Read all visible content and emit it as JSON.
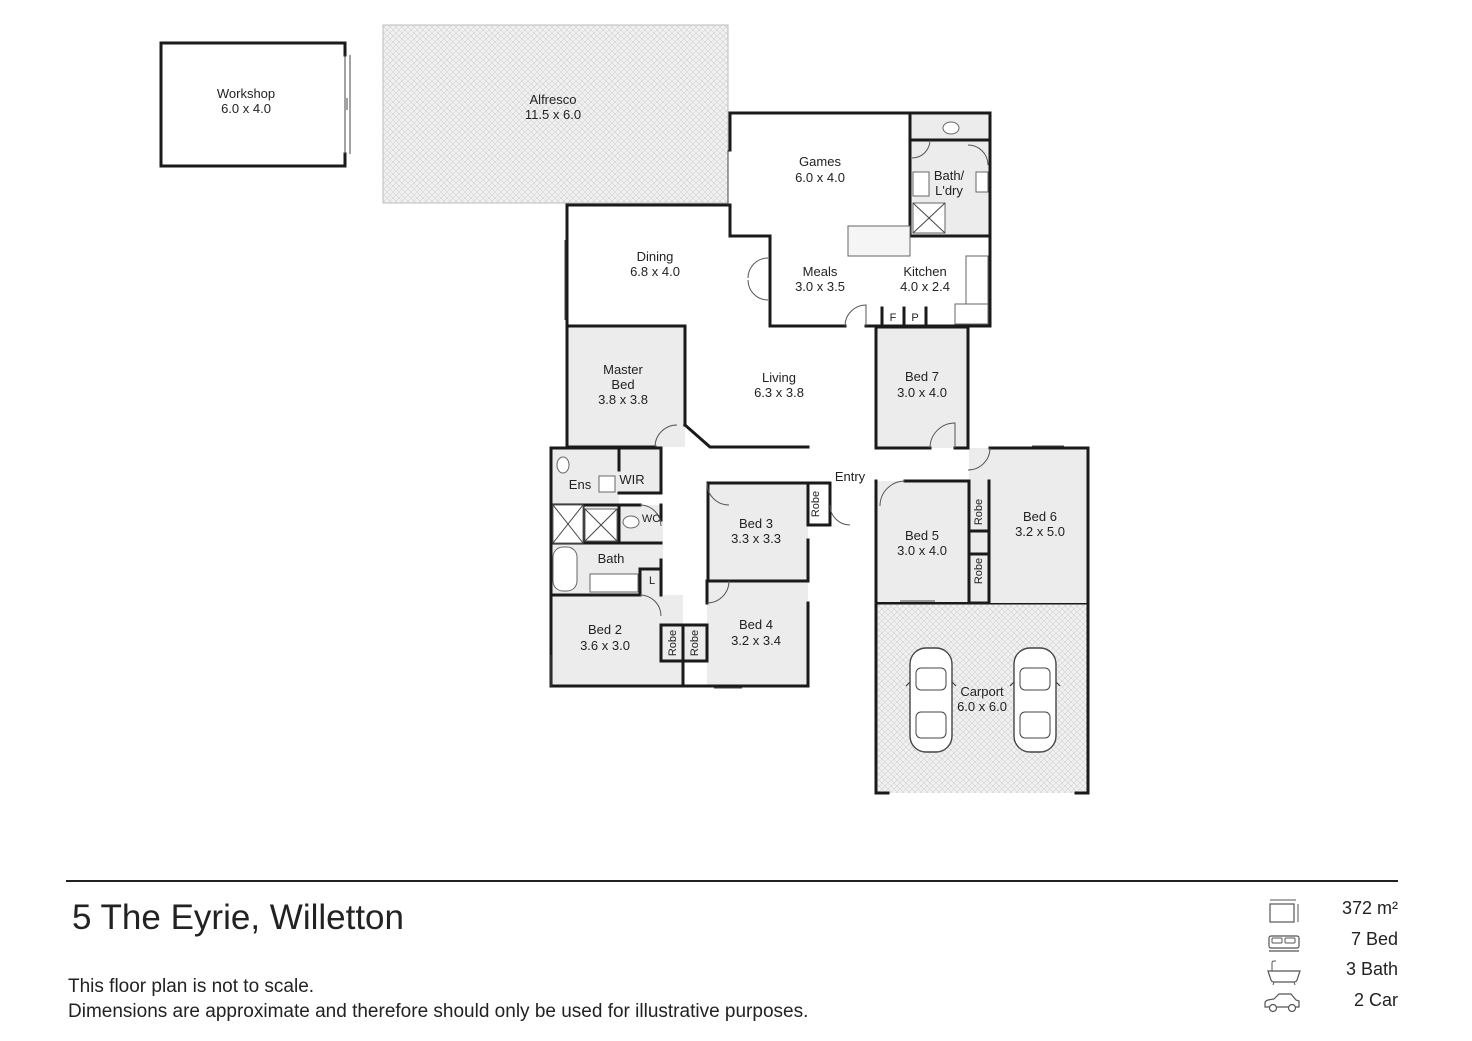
{
  "plan": {
    "rooms": {
      "workshop": {
        "name": "Workshop",
        "dims": "6.0 x 4.0"
      },
      "alfresco": {
        "name": "Alfresco",
        "dims": "11.5 x 6.0"
      },
      "games": {
        "name": "Games",
        "dims": "6.0 x 4.0"
      },
      "bath_laundry": {
        "name_1": "Bath/",
        "name_2": "L'dry"
      },
      "dining": {
        "name": "Dining",
        "dims": "6.8 x 4.0"
      },
      "meals": {
        "name": "Meals",
        "dims": "3.0 x 3.5"
      },
      "kitchen": {
        "name": "Kitchen",
        "dims": "4.0 x 2.4"
      },
      "fridge": {
        "name": "F"
      },
      "pantry": {
        "name": "P"
      },
      "master_bed": {
        "name_1": "Master",
        "name_2": "Bed",
        "dims": "3.8 x 3.8"
      },
      "living": {
        "name": "Living",
        "dims": "6.3 x 3.8"
      },
      "bed7": {
        "name": "Bed 7",
        "dims": "3.0 x 4.0"
      },
      "ensuite": {
        "name": "Ens"
      },
      "wir": {
        "name": "WIR"
      },
      "entry": {
        "name": "Entry"
      },
      "wc": {
        "name": "WC"
      },
      "bed3": {
        "name": "Bed 3",
        "dims": "3.3 x 3.3"
      },
      "robe_bed3": {
        "name": "Robe"
      },
      "bed5": {
        "name": "Bed 5",
        "dims": "3.0 x 4.0"
      },
      "robe_bed5_upper": {
        "name": "Robe"
      },
      "robe_bed5_lower": {
        "name": "Robe"
      },
      "bed6": {
        "name": "Bed 6",
        "dims": "3.2 x 5.0"
      },
      "bath": {
        "name": "Bath"
      },
      "linen": {
        "name": "L"
      },
      "bed2": {
        "name": "Bed 2",
        "dims": "3.6 x 3.0"
      },
      "robe_bed2": {
        "name": "Robe"
      },
      "robe_bed4": {
        "name": "Robe"
      },
      "bed4": {
        "name": "Bed 4",
        "dims": "3.2 x 3.4"
      },
      "carport": {
        "name": "Carport",
        "dims": "6.0 x 6.0"
      }
    }
  },
  "footer": {
    "address": "5 The Eyrie, Willetton",
    "disclaimer_1": "This floor plan is not to scale.",
    "disclaimer_2": "Dimensions are approximate and therefore should only be used for illustrative purposes."
  },
  "stats": {
    "area": {
      "icon": "area-icon",
      "value": "372 m²"
    },
    "beds": {
      "icon": "bed-icon",
      "value": "7 Bed"
    },
    "baths": {
      "icon": "bathtub-icon",
      "value": "3 Bath"
    },
    "cars": {
      "icon": "car-icon",
      "value": "2 Car"
    }
  }
}
